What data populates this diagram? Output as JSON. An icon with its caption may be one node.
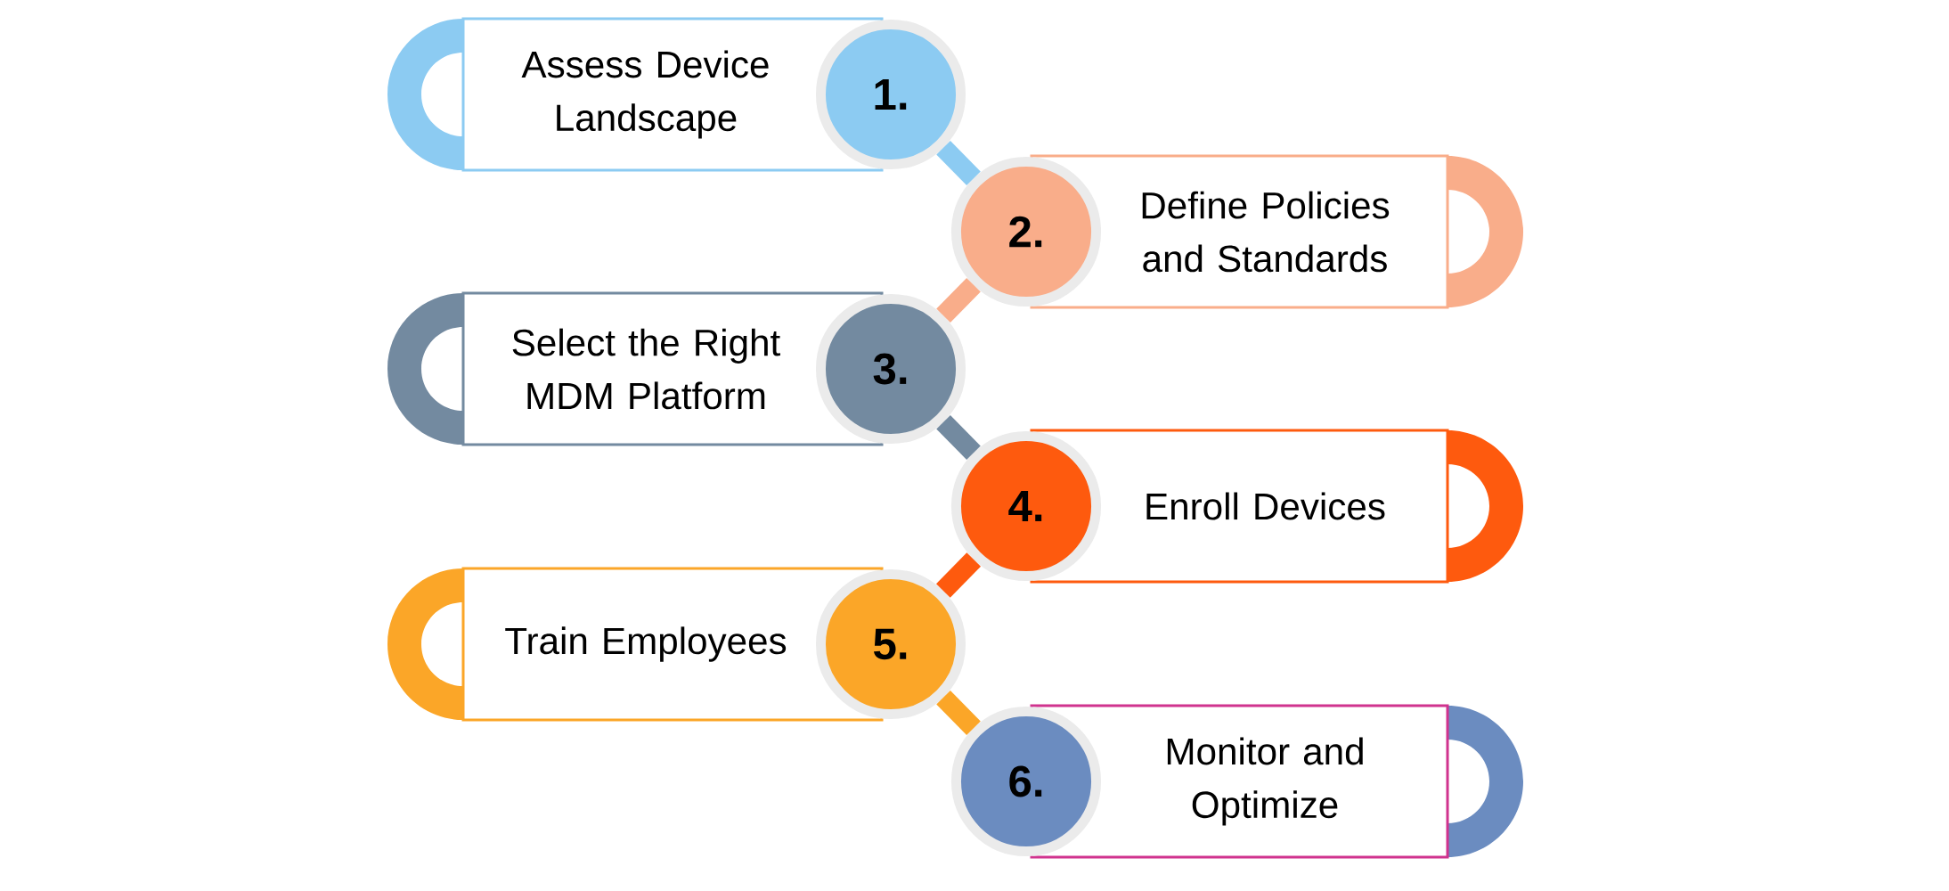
{
  "diagram": {
    "nodes": [
      {
        "text": [
          "Assess Device Landscape"
        ]
      },
      {
        "text": [
          "1."
        ]
      },
      {
        "text": [
          "Define Policies and Standards"
        ]
      },
      {
        "text": [
          "2."
        ]
      },
      {
        "text": [
          "Select the Right MDM Platform"
        ]
      },
      {
        "text": [
          "3."
        ]
      },
      {
        "text": [
          "Enroll Devices"
        ]
      },
      {
        "text": [
          "4."
        ]
      },
      {
        "text": [
          "Train Employees"
        ]
      },
      {
        "text": [
          "5."
        ]
      },
      {
        "text": [
          "Monitor and Optimize"
        ]
      },
      {
        "text": [
          "6."
        ]
      }
    ],
    "edges": [
      {
        "from": 1,
        "to": 3,
        "arrow": "none",
        "color": "#8ccbf2"
      },
      {
        "from": 3,
        "to": 5,
        "arrow": "none",
        "color": "#f9ad8a"
      },
      {
        "from": 5,
        "to": 7,
        "arrow": "none",
        "color": "#738aa0"
      },
      {
        "from": 7,
        "to": 9,
        "arrow": "none",
        "color": "#fe5a0e"
      },
      {
        "from": 9,
        "to": 11,
        "arrow": "none",
        "color": "#fba628"
      }
    ]
  }
}
